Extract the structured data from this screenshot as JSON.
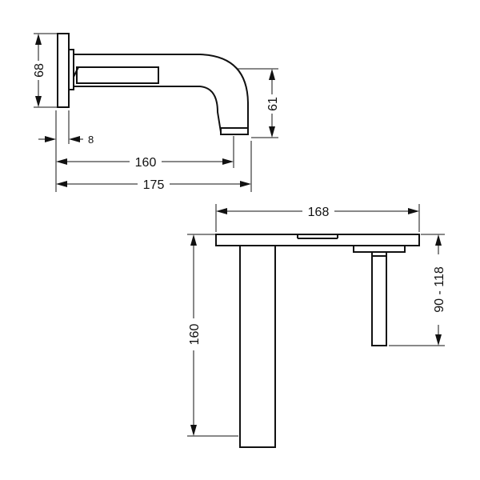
{
  "dimensions": {
    "flange_height": "68",
    "flange_thickness": "8",
    "spout_drop": "61",
    "spout_length": "160",
    "overall_length": "175",
    "plate_width": "168",
    "body_depth": "160",
    "handle_range": "90 - 118"
  },
  "colors": {
    "line": "#111111",
    "background": "#ffffff"
  }
}
